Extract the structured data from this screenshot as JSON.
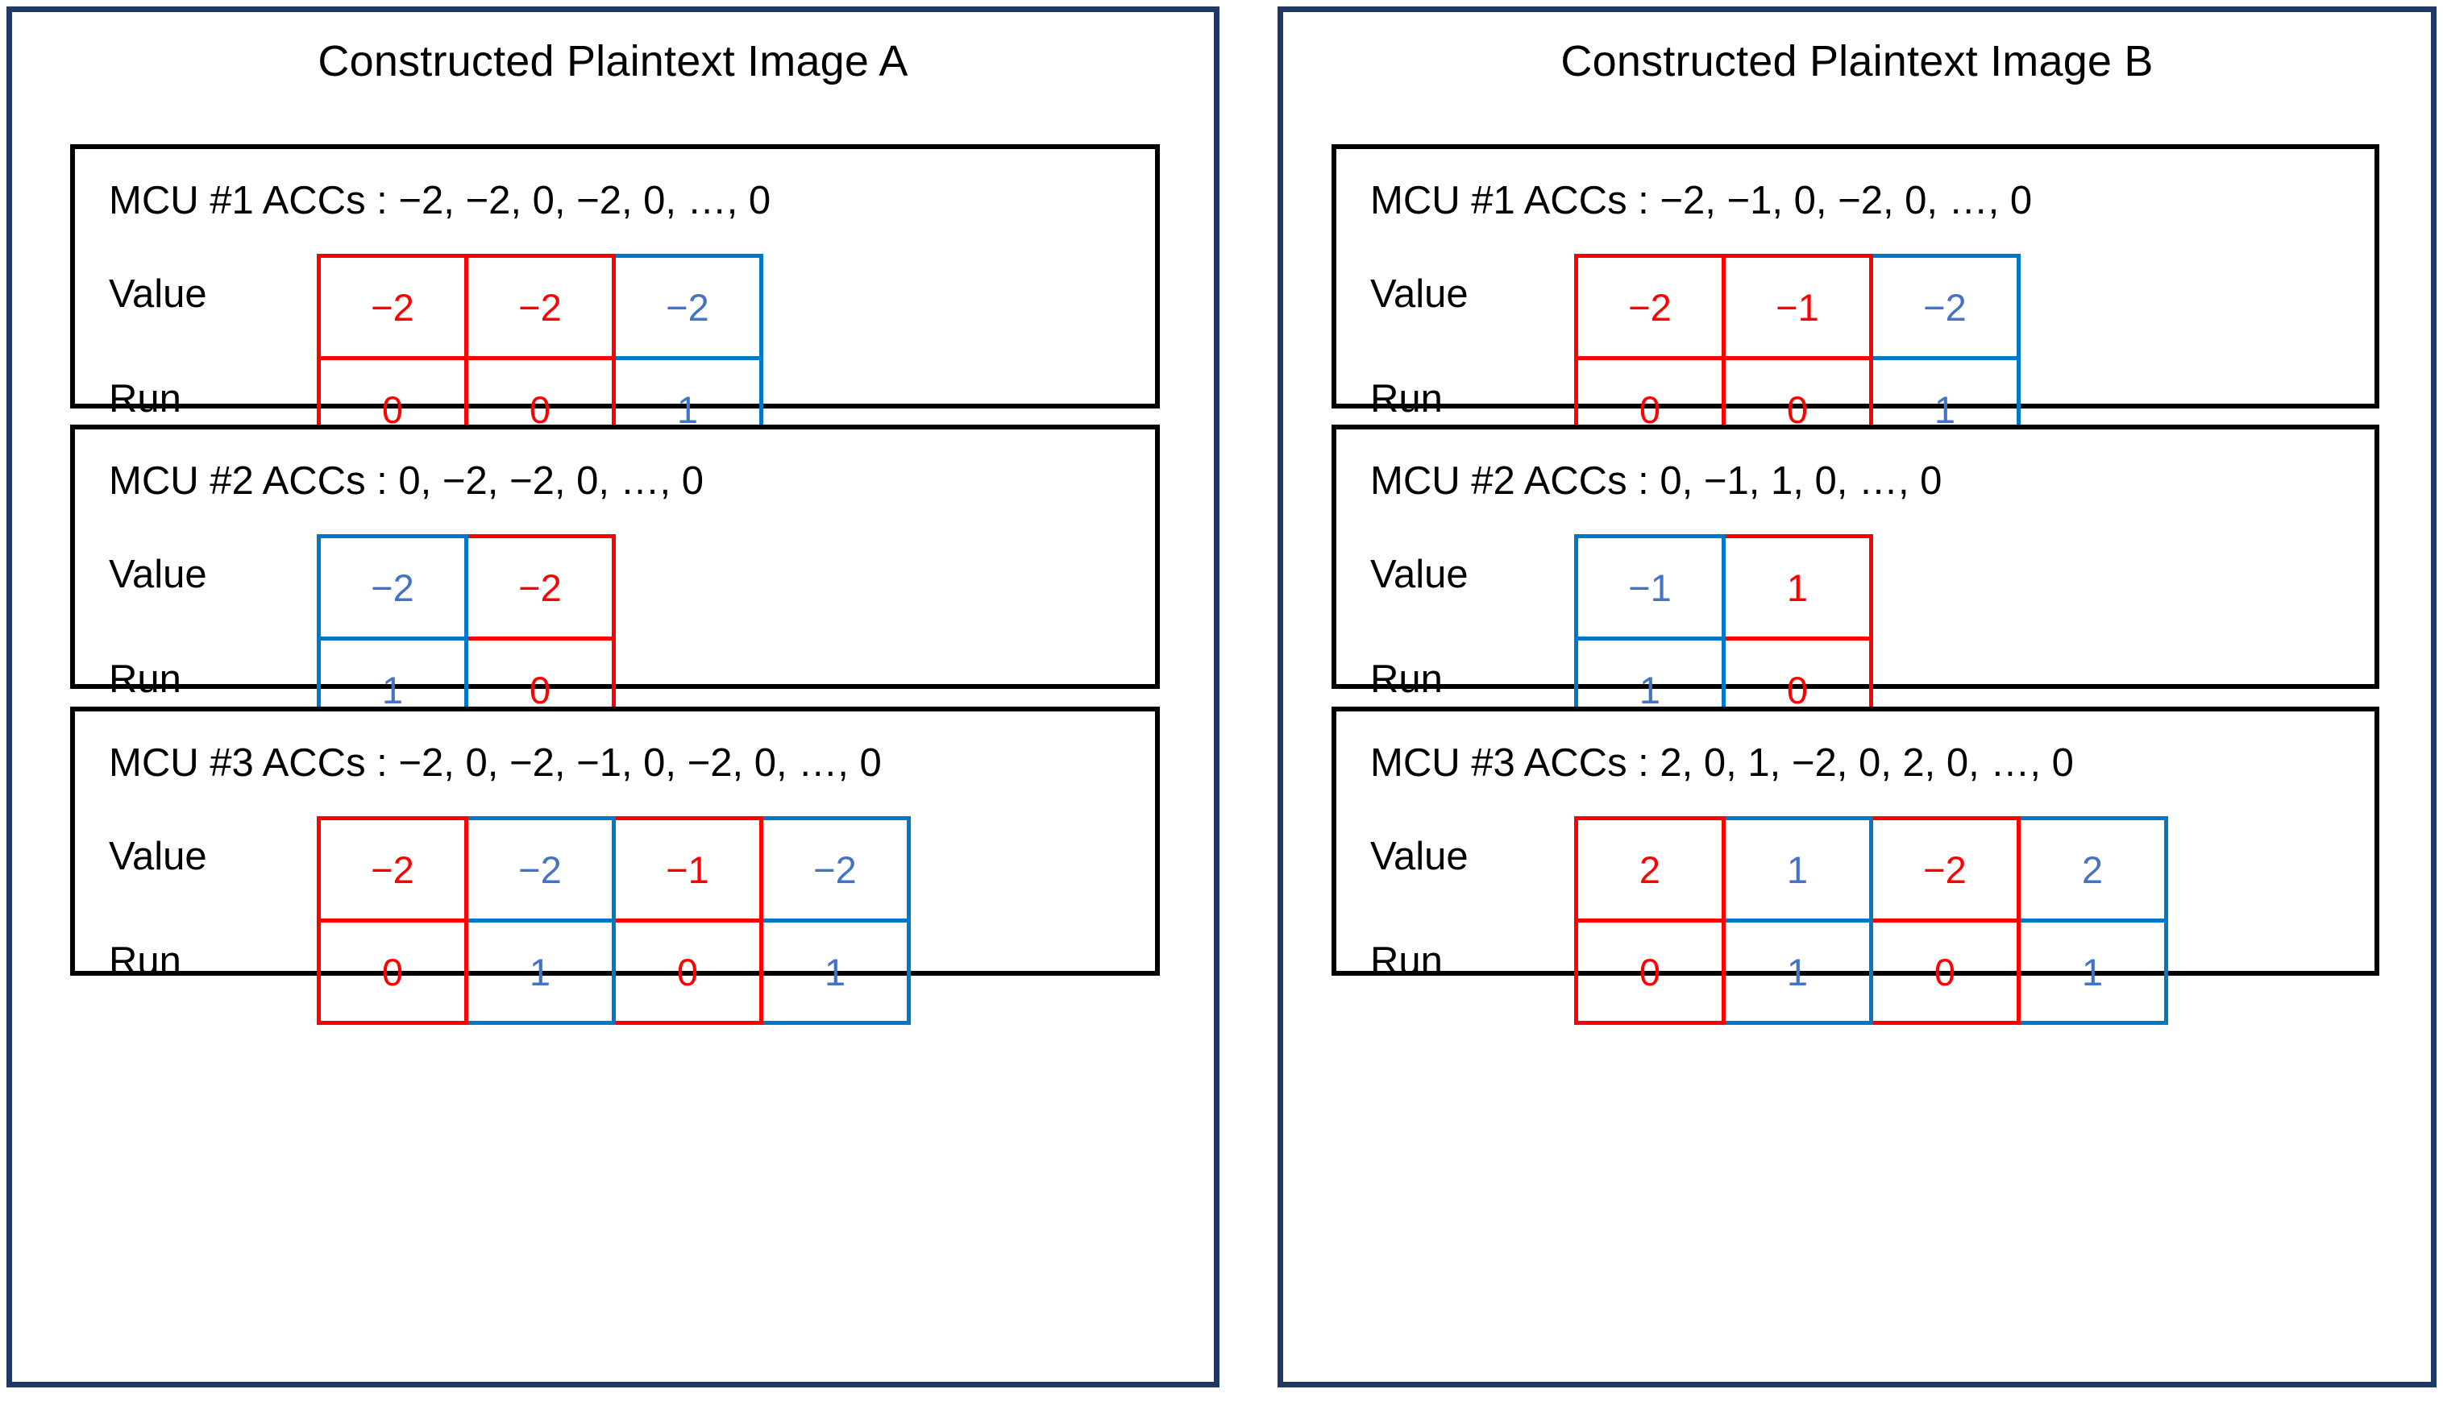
{
  "figure": {
    "panel_border_color": "#1F3864",
    "box_border_color": "#000000",
    "red_color": "#FF0000",
    "blue_border_color": "#0077C8",
    "blue_text_color": "#4472C4"
  },
  "labels": {
    "value_row": "Value",
    "run_row": "Run"
  },
  "panels": [
    {
      "id": "panel-a",
      "title": "Constructed Plaintext Image A",
      "mcus": [
        {
          "header": "MCU #1  ACCs : −2, −2, 0, −2, 0, …, 0",
          "cells": [
            {
              "value": "−2",
              "run": "0",
              "color": "red"
            },
            {
              "value": "−2",
              "run": "0",
              "color": "red"
            },
            {
              "value": "−2",
              "run": "1",
              "color": "blue"
            }
          ]
        },
        {
          "header": "MCU #2  ACCs : 0, −2, −2, 0, …, 0",
          "cells": [
            {
              "value": "−2",
              "run": "1",
              "color": "blue"
            },
            {
              "value": "−2",
              "run": "0",
              "color": "red"
            }
          ]
        },
        {
          "header": "MCU #3  ACCs : −2, 0, −2, −1, 0, −2, 0, …, 0",
          "cells": [
            {
              "value": "−2",
              "run": "0",
              "color": "red"
            },
            {
              "value": "−2",
              "run": "1",
              "color": "blue"
            },
            {
              "value": "−1",
              "run": "0",
              "color": "red"
            },
            {
              "value": "−2",
              "run": "1",
              "color": "blue"
            }
          ]
        }
      ]
    },
    {
      "id": "panel-b",
      "title": "Constructed Plaintext Image B",
      "mcus": [
        {
          "header": "MCU #1  ACCs : −2, −1, 0, −2, 0, …, 0",
          "cells": [
            {
              "value": "−2",
              "run": "0",
              "color": "red"
            },
            {
              "value": "−1",
              "run": "0",
              "color": "red"
            },
            {
              "value": "−2",
              "run": "1",
              "color": "blue"
            }
          ]
        },
        {
          "header": "MCU #2  ACCs : 0, −1, 1, 0, …, 0",
          "cells": [
            {
              "value": "−1",
              "run": "1",
              "color": "blue"
            },
            {
              "value": "1",
              "run": "0",
              "color": "red"
            }
          ]
        },
        {
          "header": "MCU #3  ACCs : 2, 0, 1, −2, 0, 2, 0, …, 0",
          "cells": [
            {
              "value": "2",
              "run": "0",
              "color": "red"
            },
            {
              "value": "1",
              "run": "1",
              "color": "blue"
            },
            {
              "value": "−2",
              "run": "0",
              "color": "red"
            },
            {
              "value": "2",
              "run": "1",
              "color": "blue"
            }
          ]
        }
      ]
    }
  ]
}
